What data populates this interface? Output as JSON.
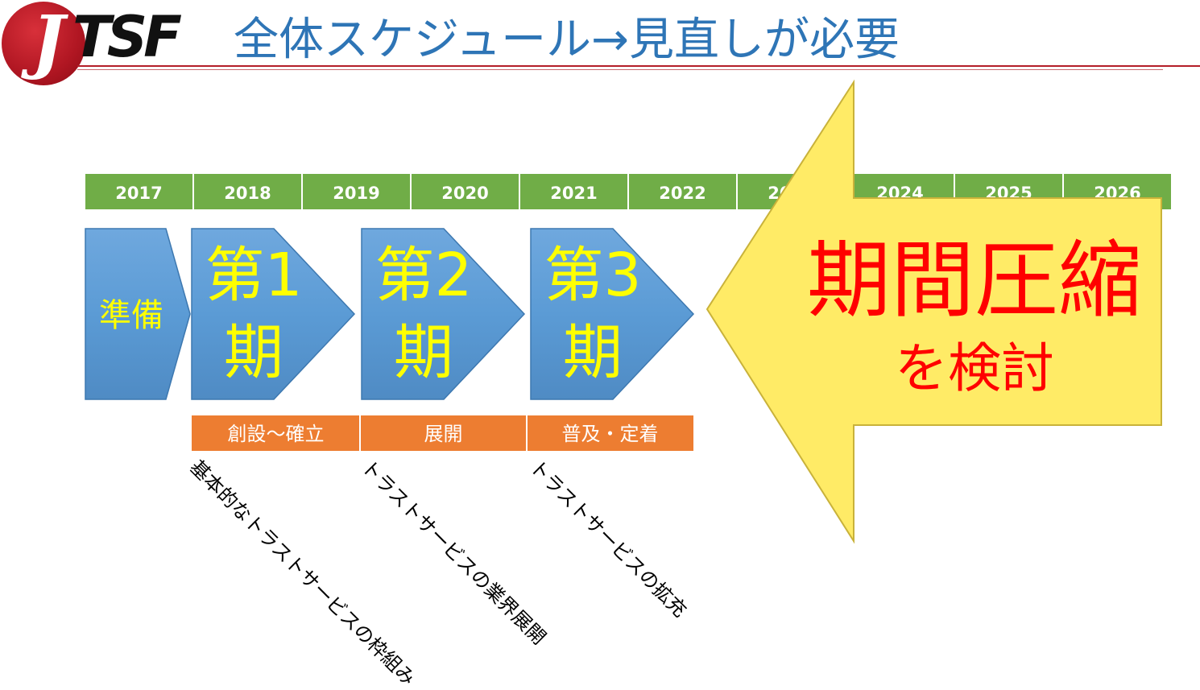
{
  "logo": {
    "mark": "J",
    "text": "TSF"
  },
  "title": "全体スケジュール→見直しが必要",
  "years": [
    "2017",
    "2018",
    "2019",
    "2020",
    "2021",
    "2022",
    "2023",
    "2024",
    "2025",
    "2026"
  ],
  "phases": [
    {
      "label": "準備"
    },
    {
      "line1": "第1",
      "line2": "期"
    },
    {
      "line1": "第2",
      "line2": "期"
    },
    {
      "line1": "第3",
      "line2": "期"
    }
  ],
  "stages": [
    {
      "label": "創設～確立",
      "note": "基本的なトラストサービスの枠組み"
    },
    {
      "label": "展開",
      "note": "トラストサービスの業界展開"
    },
    {
      "label": "普及・定着",
      "note": "トラストサービスの拡充"
    }
  ],
  "callout": {
    "main": "期間圧縮",
    "sub": "を検討"
  },
  "colors": {
    "title": "#2e75b6",
    "timeline": "#70ad47",
    "chevron": "#5b9bd5",
    "stage": "#ed7d31",
    "phase_text": "#ffff00",
    "arrow_fill": "#ffeb66",
    "callout_text": "#ff0000"
  }
}
